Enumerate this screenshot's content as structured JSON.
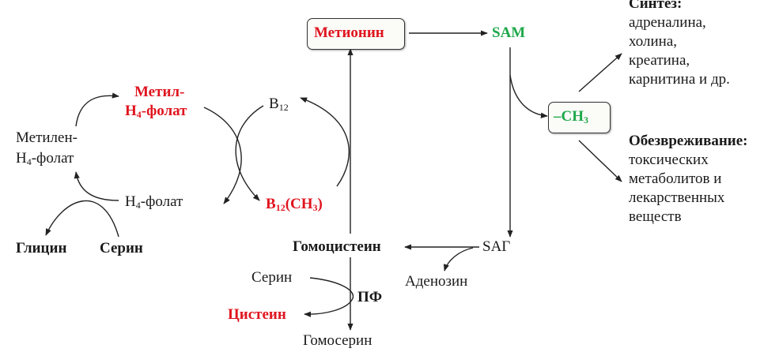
{
  "nodes": {
    "methionine": "Метионин",
    "sam": "SAM",
    "sag": "SAГ",
    "homocysteine": "Гомоцистеин",
    "adenosine": "Аденозин",
    "serine_lower": "Серин",
    "pf": "ПФ",
    "cysteine": "Цистеин",
    "homoserine": "Гомосерин",
    "ch3": "–CH",
    "ch3_sub": "3",
    "b12": "B",
    "b12_sub": "12",
    "b12ch3_main": "B",
    "b12ch3_sub": "12",
    "b12ch3_rest": "(CH",
    "b12ch3_sub2": "3",
    "b12ch3_close": ")",
    "methyl_h4_line1": "Метил-",
    "methyl_h4_line2_pre": "H",
    "methyl_h4_line2_sub": "4",
    "methyl_h4_line2_post": "-фолат",
    "methylene_line1": "Метилен-",
    "methylene_line2_pre": "H",
    "methylene_line2_sub": "4",
    "methylene_line2_post": "-фолат",
    "h4folate_pre": "H",
    "h4folate_sub": "4",
    "h4folate_post": "-фолат",
    "glycine": "Глицин",
    "serine_left": "Серин"
  },
  "synthesis": {
    "title": "Синтез:",
    "items": [
      "адреналина,",
      "холина,",
      "креатина,",
      "карнитина и др."
    ]
  },
  "detox": {
    "title": "Обезвреживание:",
    "items": [
      "токсических",
      "метаболитов и",
      "лекарственных",
      "веществ"
    ]
  },
  "colors": {
    "red": "#e0141e",
    "green": "#1ea84a",
    "line": "#222222"
  }
}
